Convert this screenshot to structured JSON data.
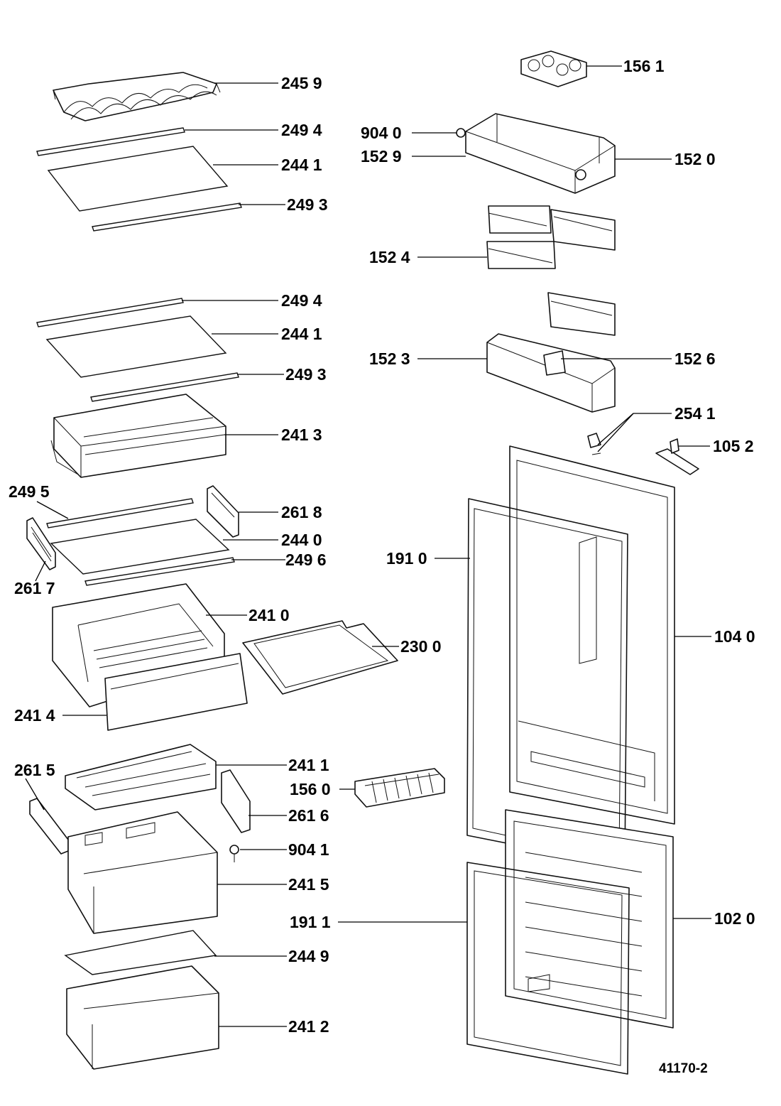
{
  "diagram": {
    "drawing_number": "41170-2",
    "labels": {
      "l2459": "245 9",
      "l2494a": "249 4",
      "l2441a": "244 1",
      "l2493a": "249 3",
      "l2494b": "249 4",
      "l2441b": "244 1",
      "l2493b": "249 3",
      "l2413": "241 3",
      "l2495": "249 5",
      "l2618": "261 8",
      "l2440": "244 0",
      "l2496": "249 6",
      "l2617": "261 7",
      "l2410": "241 0",
      "l2300": "230 0",
      "l2414": "241 4",
      "l2411": "241 1",
      "l2615": "261 5",
      "l1560": "156 0",
      "l2616": "261 6",
      "l9041": "904 1",
      "l2415": "241 5",
      "l2449": "244 9",
      "l2412": "241 2",
      "l1561": "156 1",
      "l9040": "904 0",
      "l1529": "152 9",
      "l1520": "152 0",
      "l1524": "152 4",
      "l1523": "152 3",
      "l1526": "152 6",
      "l2541": "254 1",
      "l1052": "105 2",
      "l1910": "191 0",
      "l1040": "104 0",
      "l1911": "191 1",
      "l1020": "102 0"
    }
  }
}
